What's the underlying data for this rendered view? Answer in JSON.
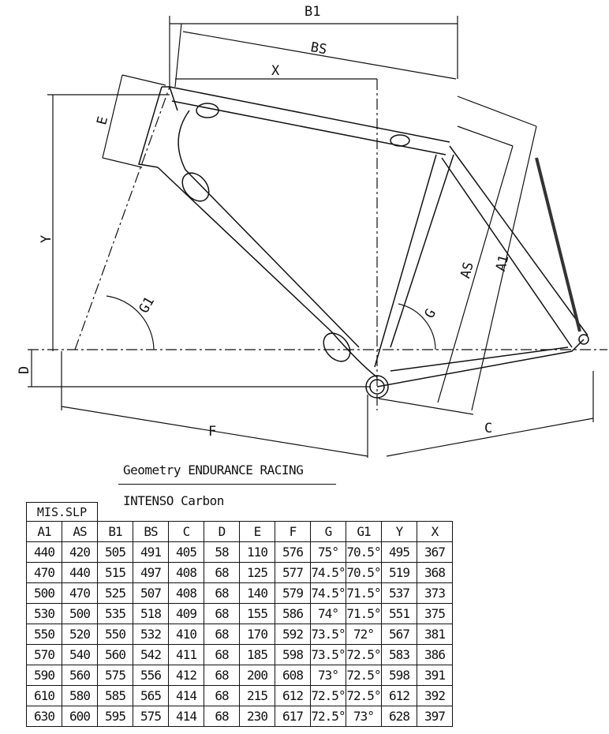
{
  "labels": {
    "B1": "B1",
    "BS": "BS",
    "X": "X",
    "E": "E",
    "Y": "Y",
    "D": "D",
    "G1": "G1",
    "F": "F",
    "G": "G",
    "AS": "AS",
    "A1": "A1",
    "C": "C"
  },
  "title": "Geometry ENDURANCE RACING",
  "model": "INTENSO Carbon",
  "size_header": "MIS.SLP",
  "table": {
    "columns": [
      "A1",
      "AS",
      "B1",
      "BS",
      "C",
      "D",
      "E",
      "F",
      "G",
      "G1",
      "Y",
      "X"
    ],
    "rows": [
      [
        "440",
        "420",
        "505",
        "491",
        "405",
        "58",
        "110",
        "576",
        "75°",
        "70.5°",
        "495",
        "367"
      ],
      [
        "470",
        "440",
        "515",
        "497",
        "408",
        "68",
        "125",
        "577",
        "74.5°",
        "70.5°",
        "519",
        "368"
      ],
      [
        "500",
        "470",
        "525",
        "507",
        "408",
        "68",
        "140",
        "579",
        "74.5°",
        "71.5°",
        "537",
        "373"
      ],
      [
        "530",
        "500",
        "535",
        "518",
        "409",
        "68",
        "155",
        "586",
        "74°",
        "71.5°",
        "551",
        "375"
      ],
      [
        "550",
        "520",
        "550",
        "532",
        "410",
        "68",
        "170",
        "592",
        "73.5°",
        "72°",
        "567",
        "381"
      ],
      [
        "570",
        "540",
        "560",
        "542",
        "411",
        "68",
        "185",
        "598",
        "73.5°",
        "72.5°",
        "583",
        "386"
      ],
      [
        "590",
        "560",
        "575",
        "556",
        "412",
        "68",
        "200",
        "608",
        "73°",
        "72.5°",
        "598",
        "391"
      ],
      [
        "610",
        "580",
        "585",
        "565",
        "414",
        "68",
        "215",
        "612",
        "72.5°",
        "72.5°",
        "612",
        "392"
      ],
      [
        "630",
        "600",
        "595",
        "575",
        "414",
        "68",
        "230",
        "617",
        "72.5°",
        "73°",
        "628",
        "397"
      ]
    ]
  }
}
